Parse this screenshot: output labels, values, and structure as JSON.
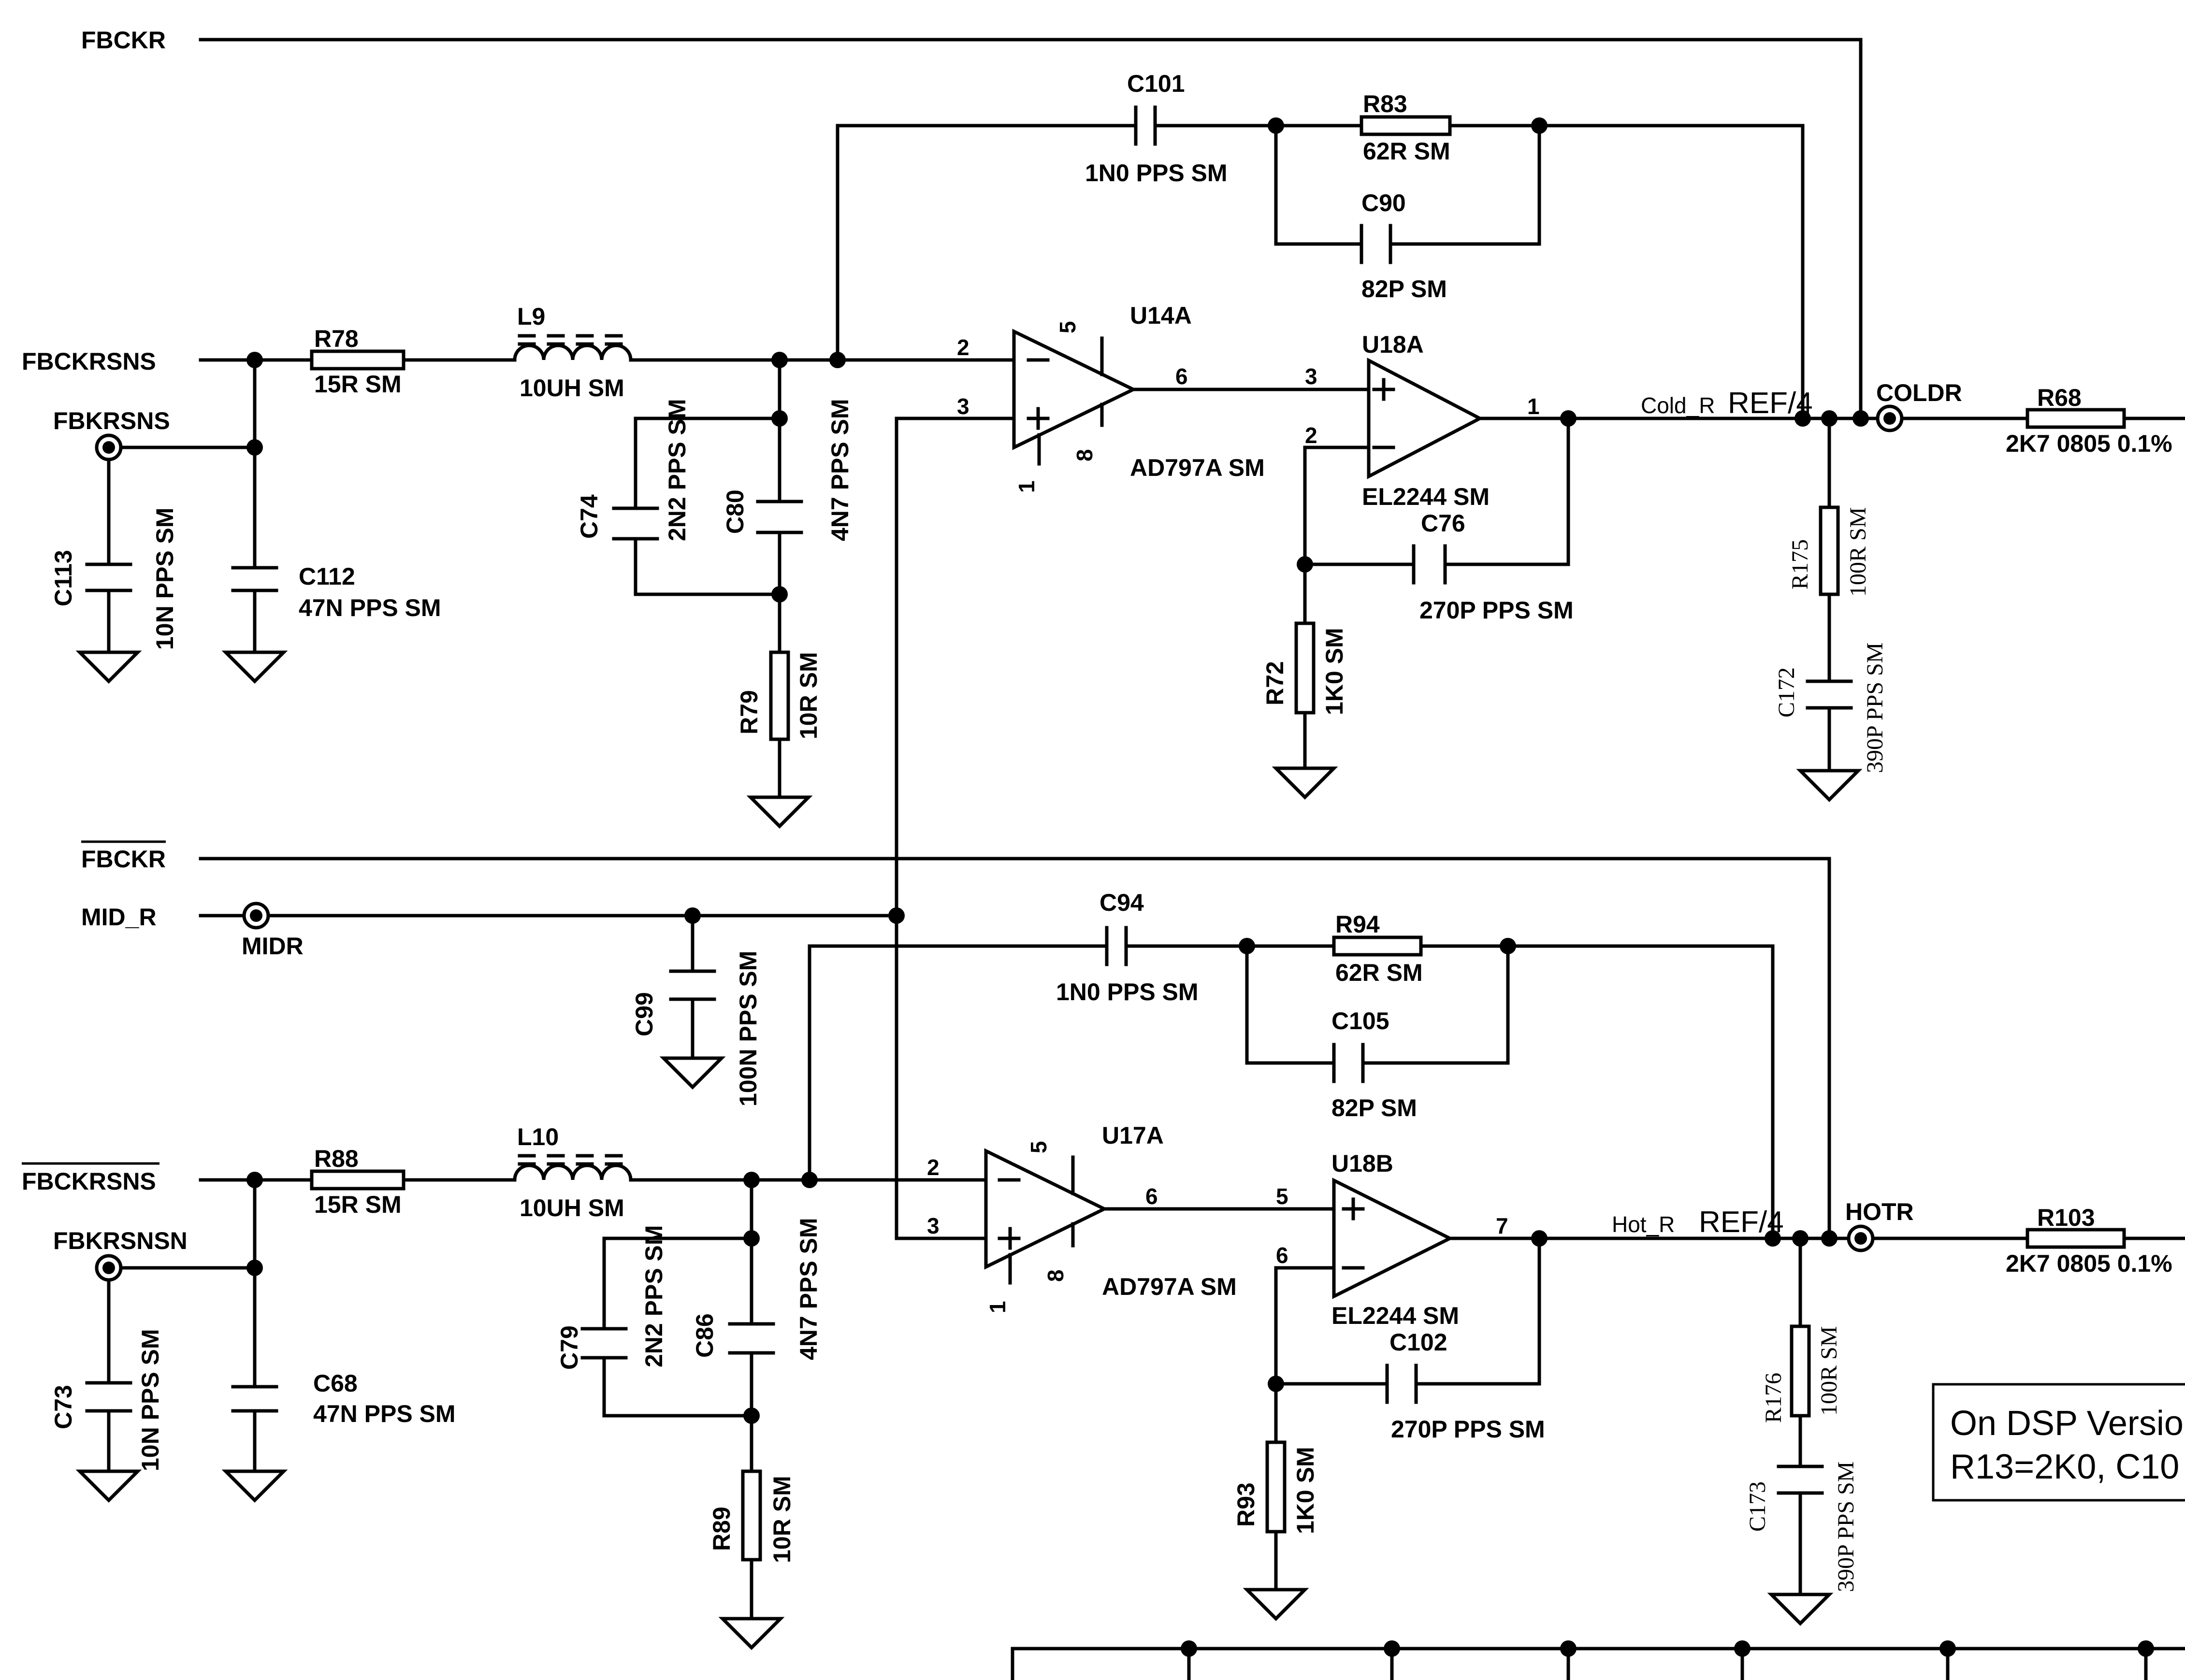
{
  "nets": {
    "fbckr": "FBCKR",
    "fbckrsns": "FBCKRSNS",
    "fbkrsns": "FBKRSNS",
    "fbckr_bar": "FBCKR",
    "mid_r": "MID_R",
    "midr": "MIDR",
    "fbckrsns_bar": "FBCKRSNS",
    "fbkrsnsn": "FBKRSNSN",
    "cold_r": "Cold_R",
    "hot_r": "Hot_R",
    "coldr": "COLDR",
    "hotr": "HOTR",
    "ref4": "REF/4"
  },
  "components": {
    "c101": {
      "ref": "C101",
      "value": "1N0 PPS SM"
    },
    "r83": {
      "ref": "R83",
      "value": "62R SM"
    },
    "c90": {
      "ref": "C90",
      "value": "82P SM"
    },
    "r78": {
      "ref": "R78",
      "value": "15R SM"
    },
    "l9": {
      "ref": "L9",
      "value": "10UH SM"
    },
    "c74": {
      "ref": "C74",
      "value": "2N2 PPS SM"
    },
    "c80": {
      "ref": "C80",
      "value": "4N7 PPS SM"
    },
    "r79": {
      "ref": "R79",
      "value": "10R SM"
    },
    "c113": {
      "ref": "C113",
      "value": "10N PPS SM"
    },
    "c112": {
      "ref": "C112",
      "value": "47N PPS SM"
    },
    "u14a": {
      "ref": "U14A",
      "value": "AD797A SM"
    },
    "u18a": {
      "ref": "U18A",
      "value": "EL2244 SM"
    },
    "c76": {
      "ref": "C76",
      "value": "270P PPS SM"
    },
    "r72": {
      "ref": "R72",
      "value": "1K0 SM"
    },
    "r175": {
      "ref": "R175",
      "value": "100R SM"
    },
    "c172": {
      "ref": "C172",
      "value": "390P PPS SM"
    },
    "r68": {
      "ref": "R68",
      "value": "2K7 0805 0.1%"
    },
    "c99": {
      "ref": "C99",
      "value": "100N PPS SM"
    },
    "c94": {
      "ref": "C94",
      "value": "1N0 PPS SM"
    },
    "r94": {
      "ref": "R94",
      "value": "62R SM"
    },
    "c105": {
      "ref": "C105",
      "value": "82P SM"
    },
    "r88": {
      "ref": "R88",
      "value": "15R SM"
    },
    "l10": {
      "ref": "L10",
      "value": "10UH SM"
    },
    "c79": {
      "ref": "C79",
      "value": "2N2 PPS SM"
    },
    "c86": {
      "ref": "C86",
      "value": "4N7 PPS SM"
    },
    "r89": {
      "ref": "R89",
      "value": "10R SM"
    },
    "c73": {
      "ref": "C73",
      "value": "10N PPS SM"
    },
    "c68": {
      "ref": "C68",
      "value": "47N PPS SM"
    },
    "u17a": {
      "ref": "U17A",
      "value": "AD797A SM"
    },
    "u18b": {
      "ref": "U18B",
      "value": "EL2244 SM"
    },
    "c102": {
      "ref": "C102",
      "value": "270P PPS SM"
    },
    "r93": {
      "ref": "R93",
      "value": "1K0 SM"
    },
    "r176": {
      "ref": "R176",
      "value": "100R SM"
    },
    "c173": {
      "ref": "C173",
      "value": "390P PPS SM"
    },
    "r103": {
      "ref": "R103",
      "value": "2K7 0805 0.1%"
    }
  },
  "pins": {
    "u14a": {
      "inv": "2",
      "noninv": "3",
      "out": "6",
      "v1": "5",
      "v2": "8",
      "v3": "1"
    },
    "u18a": {
      "noninv": "3",
      "inv": "2",
      "out": "1"
    },
    "u17a": {
      "inv": "2",
      "noninv": "3",
      "out": "6",
      "v1": "5",
      "v2": "8",
      "v3": "1"
    },
    "u18b": {
      "noninv": "5",
      "inv": "6",
      "out": "7"
    }
  },
  "note": {
    "line1": "On DSP Versio",
    "line2": "R13=2K0, C10"
  }
}
